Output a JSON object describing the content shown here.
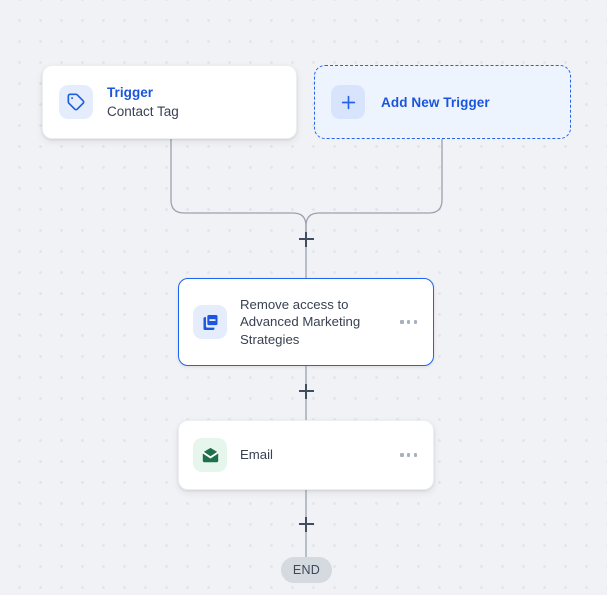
{
  "canvas": {
    "background_color": "#f1f2f5",
    "dot_color": "#e3e5ea"
  },
  "trigger": {
    "icon": "tag-icon",
    "title": "Trigger",
    "subtitle": "Contact Tag",
    "title_color": "#1a56db",
    "subtitle_color": "#384252"
  },
  "add_trigger": {
    "icon": "plus-icon",
    "label": "Add New Trigger",
    "label_color": "#1a56db",
    "border_color": "#2563eb",
    "background_color": "#eef4fe"
  },
  "steps": [
    {
      "icon": "remove-access-icon",
      "label": "Remove access to Advanced Marketing Strategies",
      "menu_icon": "more-options-icon",
      "selected": true,
      "accent_color": "#1c64f2"
    },
    {
      "icon": "email-icon",
      "label": "Email",
      "menu_icon": "more-options-icon",
      "selected": false,
      "accent_color": "#1f6f4a"
    }
  ],
  "connectors": {
    "add_step_icon": "plus-icon",
    "line_color": "#9aa2b1"
  },
  "end": {
    "label": "END",
    "background_color": "#d5d9e0",
    "text_color": "#3d4859"
  }
}
